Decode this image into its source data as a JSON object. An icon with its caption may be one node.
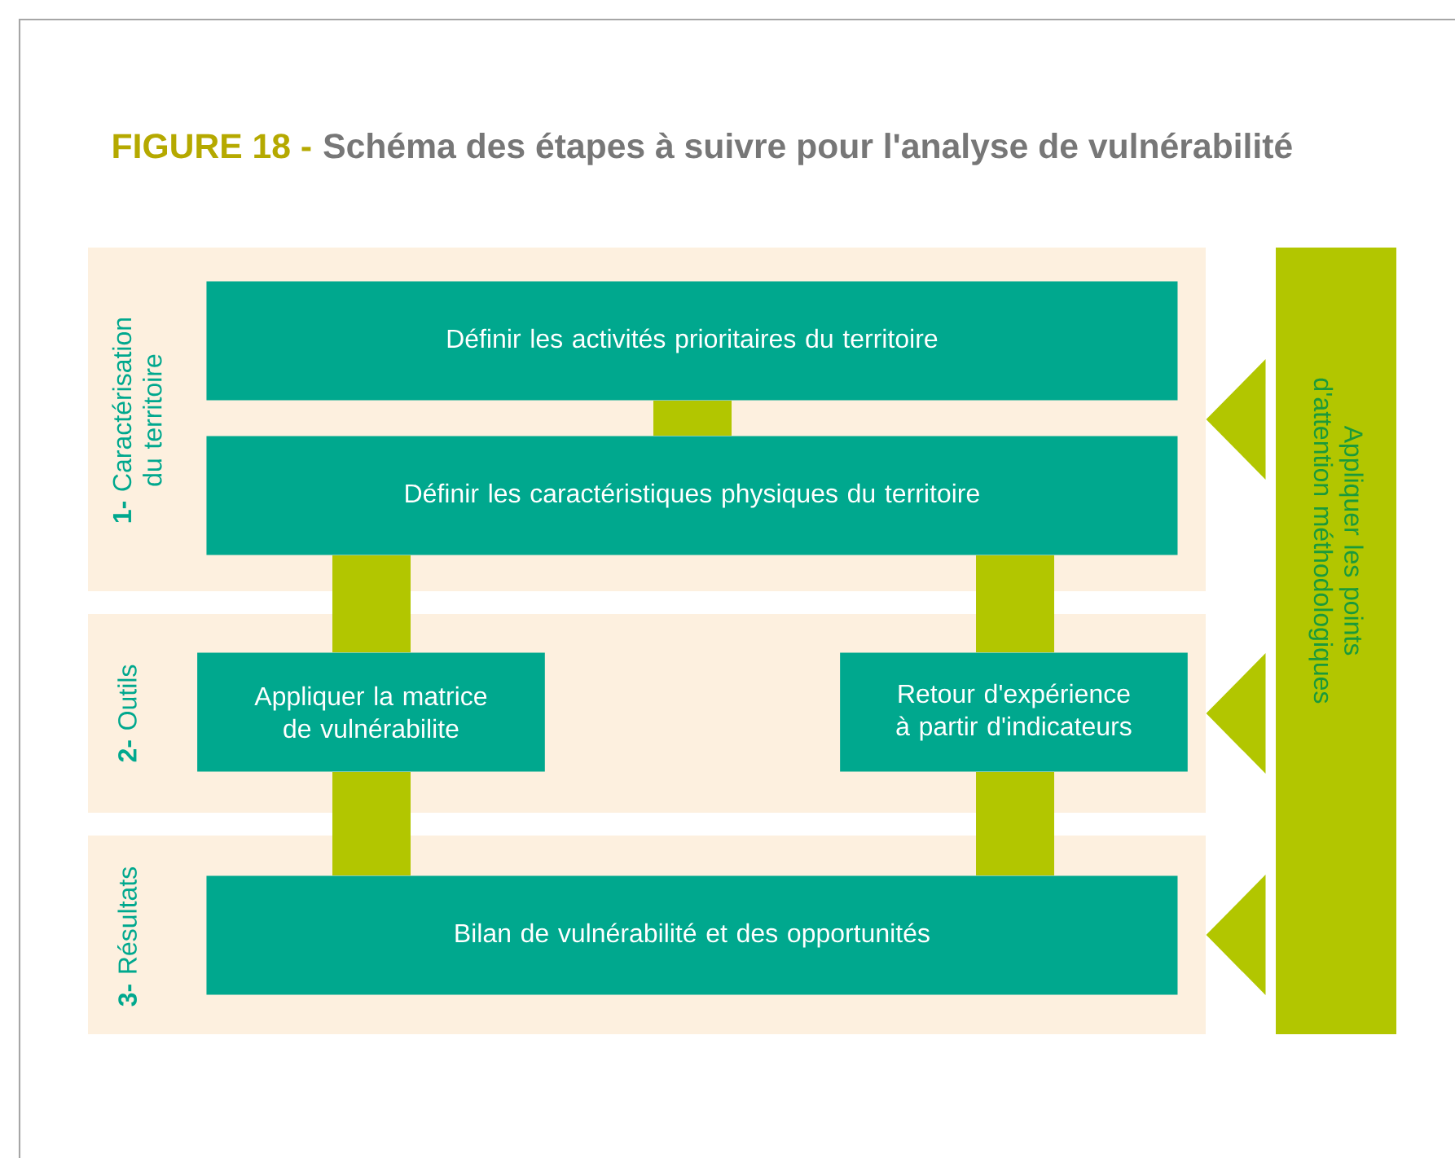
{
  "diagram": {
    "title": "Schéma des étapes à suivre pour l'analyse de vulnérabilité",
    "nodes": [
      {
        "text": [
          "**1-** Caractérisation du territoire"
        ]
      },
      {
        "text": [
          "**2-** Outils"
        ]
      },
      {
        "text": [
          "**3-** Résultats"
        ]
      },
      {
        "text": [
          "Définir les activités prioritaires du territoire"
        ],
        "in": 0
      },
      {
        "text": [
          "Définir les caractéristiques physiques du territoire"
        ],
        "in": 0
      },
      {
        "text": [
          "Appliquer la matrice de vulnérabilite"
        ],
        "in": 1
      },
      {
        "text": [
          "Retour d'expérience à partir d'indicateurs"
        ],
        "in": 1
      },
      {
        "text": [
          "Bilan de vulnérabilité et des opportunités"
        ],
        "in": 2
      },
      {
        "text": [
          "Appliquer les points d'attention méthodologiques"
        ]
      }
    ],
    "edges": [
      {
        "from": 3,
        "to": 4,
        "arrow": "none"
      },
      {
        "from": 4,
        "to": 5,
        "arrow": "none"
      },
      {
        "from": 4,
        "to": 6,
        "arrow": "none"
      },
      {
        "from": 5,
        "to": 7,
        "arrow": "none"
      },
      {
        "from": 6,
        "to": 7,
        "arrow": "none"
      },
      {
        "from": 8,
        "to": 0,
        "arrow": "to"
      },
      {
        "from": 8,
        "to": 1,
        "arrow": "to"
      },
      {
        "from": 8,
        "to": 2,
        "arrow": "to"
      }
    ],
    "labels": [
      "FIGURE 18 -"
    ]
  }
}
